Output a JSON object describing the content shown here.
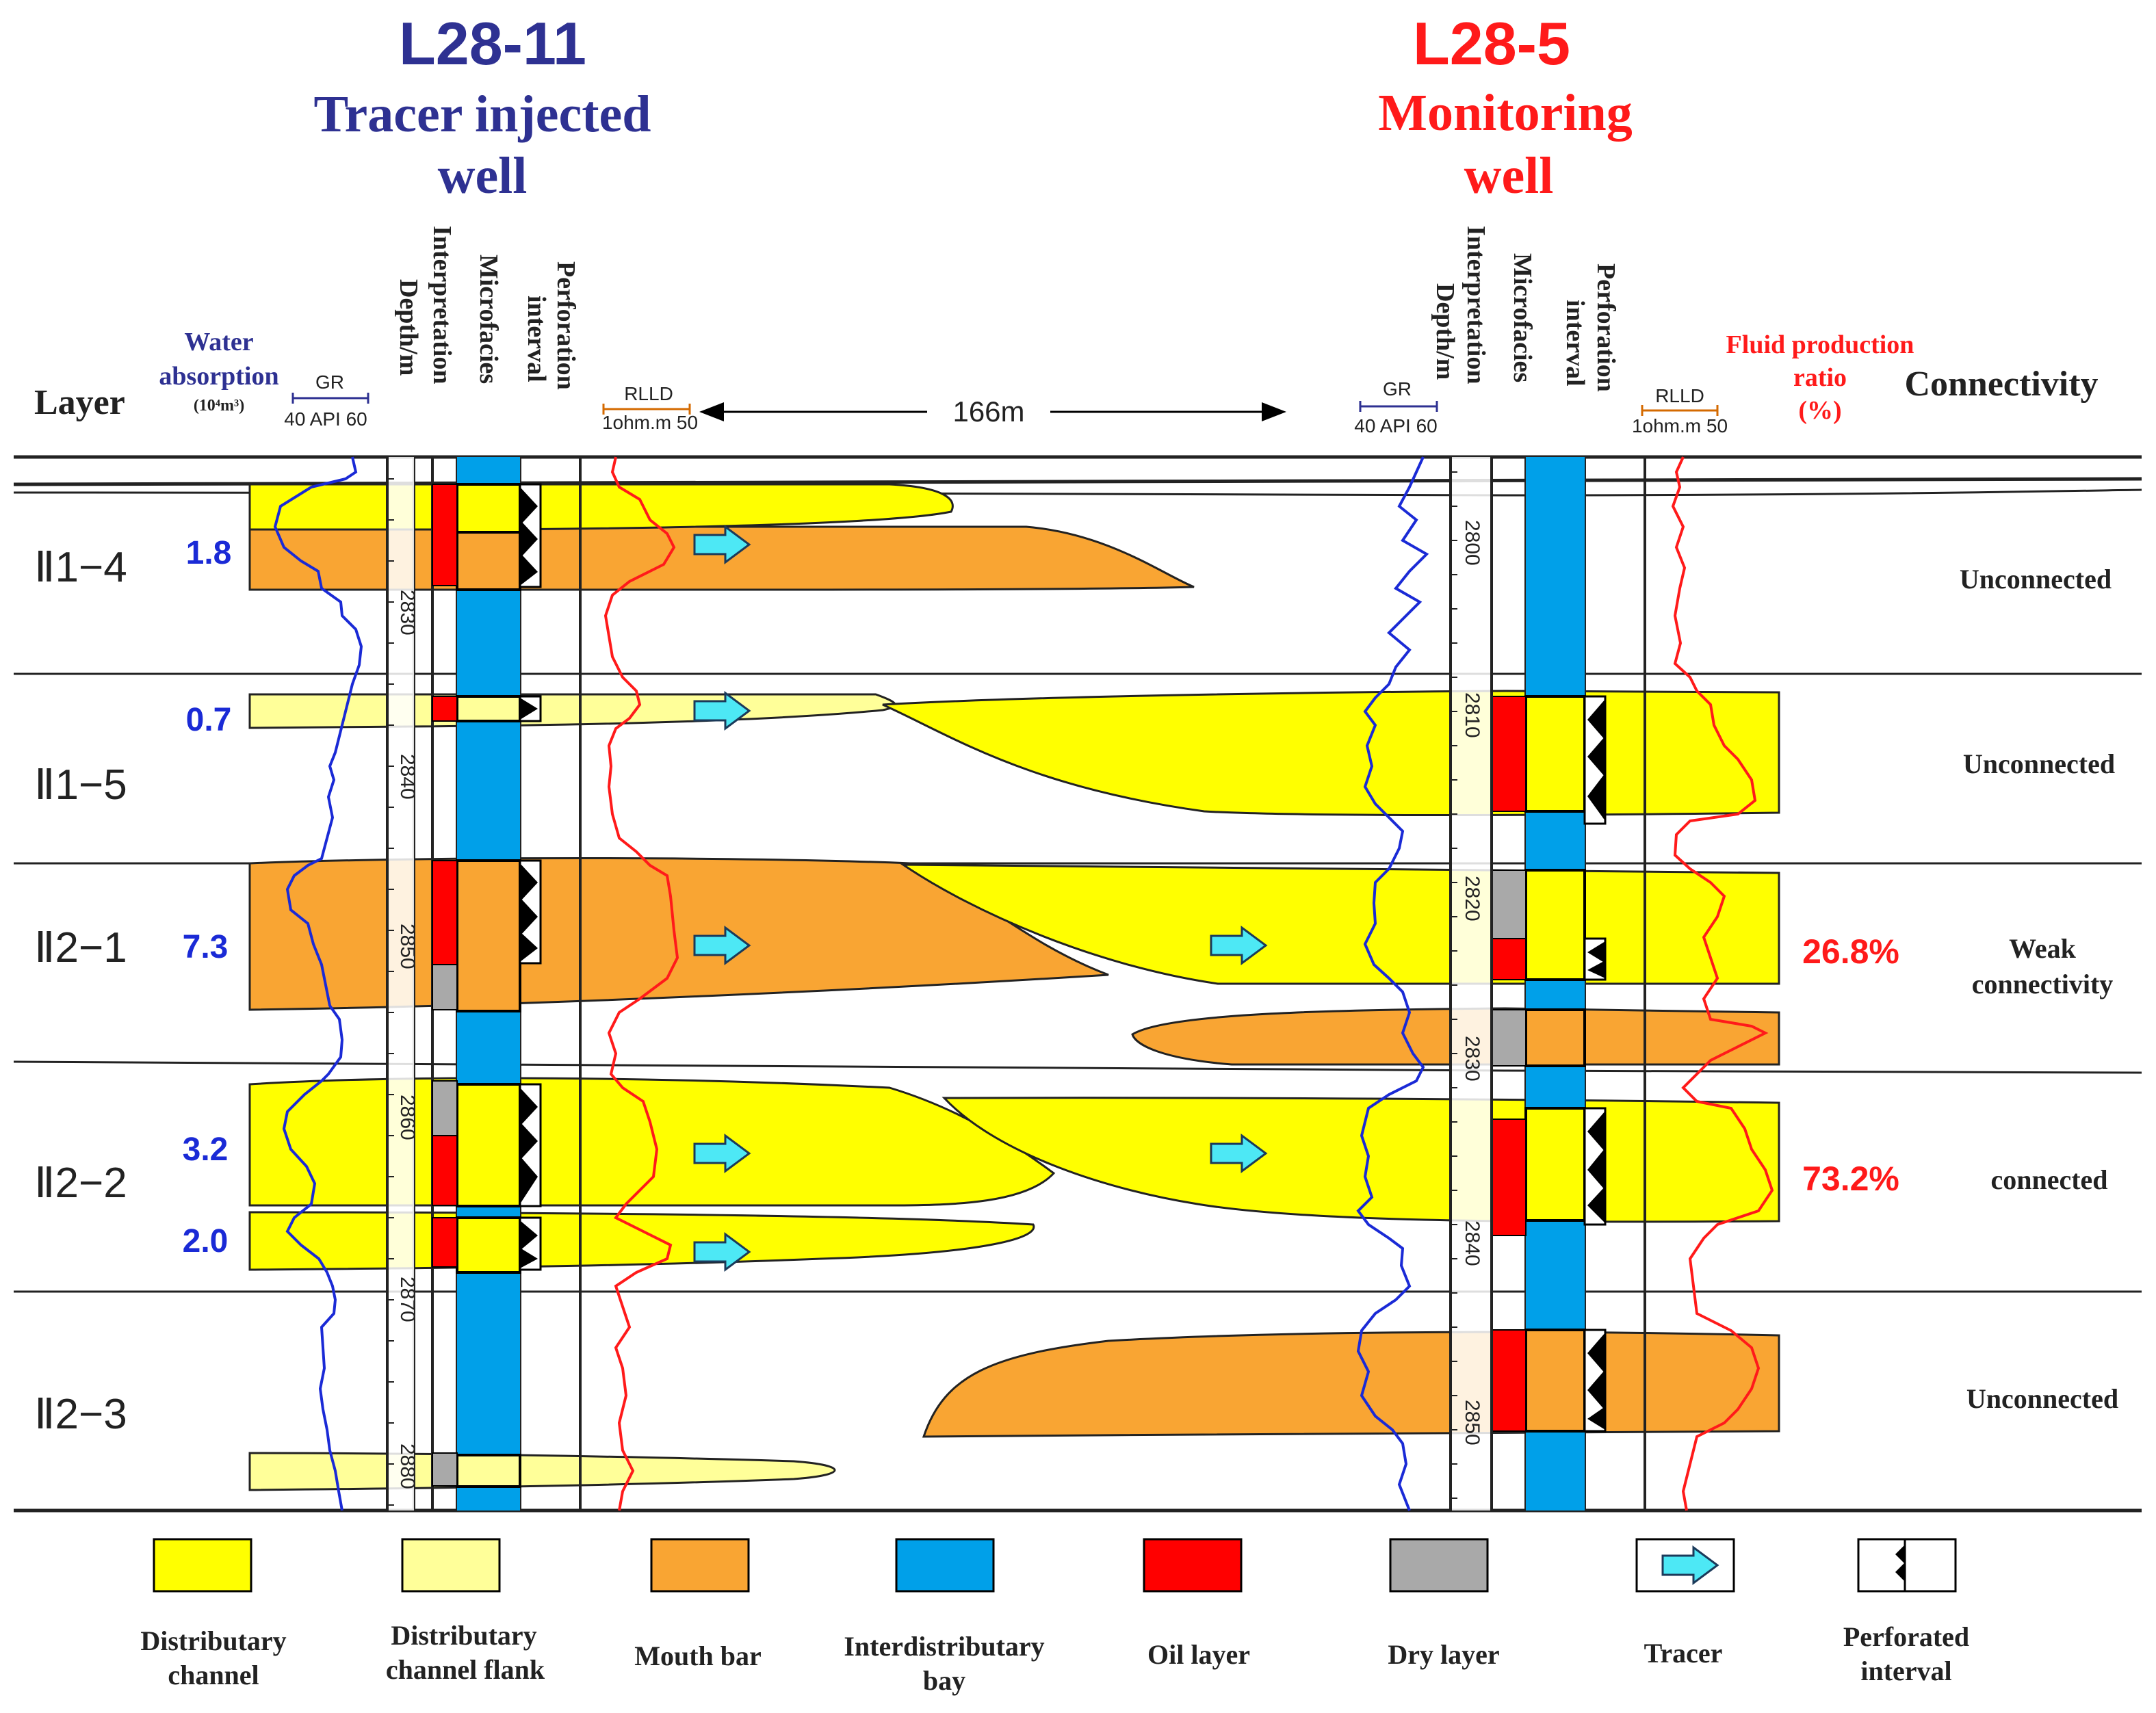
{
  "wells": {
    "injection": {
      "id": "L28-11",
      "role_line1": "Tracer injected",
      "role_line2": "well",
      "color": "#2e3192"
    },
    "monitoring": {
      "id": "L28-5",
      "role_line1": "Monitoring",
      "role_line2": "well",
      "color": "#ff1a1a"
    }
  },
  "headers": {
    "layer": "Layer",
    "water_absorption": "Water absorption",
    "water_unit": "(10⁴m³)",
    "gr": "GR",
    "gr_scale": "40  API 60",
    "depth": "Depth/m",
    "interpretation": "Interpretation",
    "microfacies": "Microfacies",
    "perforation_line1": "Perforation",
    "perforation_line2": "interval",
    "rlld": "RLLD",
    "rlld_scale": "1ohm.m 50",
    "distance": "166m",
    "fluid_line1": "Fluid production",
    "fluid_line2": "ratio",
    "fluid_line3": "(%)",
    "connectivity": "Connectivity"
  },
  "layers": [
    {
      "name": "Ⅱ1−4",
      "water": [
        "1.8"
      ],
      "ratio": "",
      "connectivity": [
        "Unconnected"
      ]
    },
    {
      "name": "Ⅱ1−5",
      "water": [
        "0.7"
      ],
      "ratio": "",
      "connectivity": [
        "Unconnected"
      ]
    },
    {
      "name": "Ⅱ2−1",
      "water": [
        "7.3"
      ],
      "ratio": "26.8%",
      "connectivity": [
        "Weak",
        "connectivity"
      ]
    },
    {
      "name": "Ⅱ2−2",
      "water": [
        "3.2",
        "2.0"
      ],
      "ratio": "73.2%",
      "connectivity": [
        "connected"
      ]
    },
    {
      "name": "Ⅱ2−3",
      "water": [],
      "ratio": "",
      "connectivity": [
        "Unconnected"
      ]
    }
  ],
  "depth_ticks": {
    "injection": [
      "2830",
      "2840",
      "2850",
      "2860",
      "2870",
      "2880"
    ],
    "monitoring": [
      "2800",
      "2810",
      "2820",
      "2830",
      "2840",
      "2850"
    ]
  },
  "legend": [
    {
      "key": "distributary-channel",
      "line1": "Distributary",
      "line2": "channel",
      "color": "#ffff00"
    },
    {
      "key": "channel-flank",
      "line1": "Distributary",
      "line2": "channel flank",
      "color": "#ffff99"
    },
    {
      "key": "mouth-bar",
      "line1": "Mouth bar",
      "line2": "",
      "color": "#f9a533"
    },
    {
      "key": "interdistributary-bay",
      "line1": "Interdistributary",
      "line2": "bay",
      "color": "#00a0e9"
    },
    {
      "key": "oil-layer",
      "line1": "Oil layer",
      "line2": "",
      "color": "#ff0000"
    },
    {
      "key": "dry-layer",
      "line1": "Dry layer",
      "line2": "",
      "color": "#a9a9a9"
    },
    {
      "key": "tracer",
      "line1": "Tracer",
      "line2": "",
      "color": "#4de8f5",
      "icon": "arrow-icon"
    },
    {
      "key": "perforated-interval",
      "line1": "Perforated",
      "line2": "interval",
      "color": "#000000",
      "icon": "perforation-icon"
    }
  ]
}
